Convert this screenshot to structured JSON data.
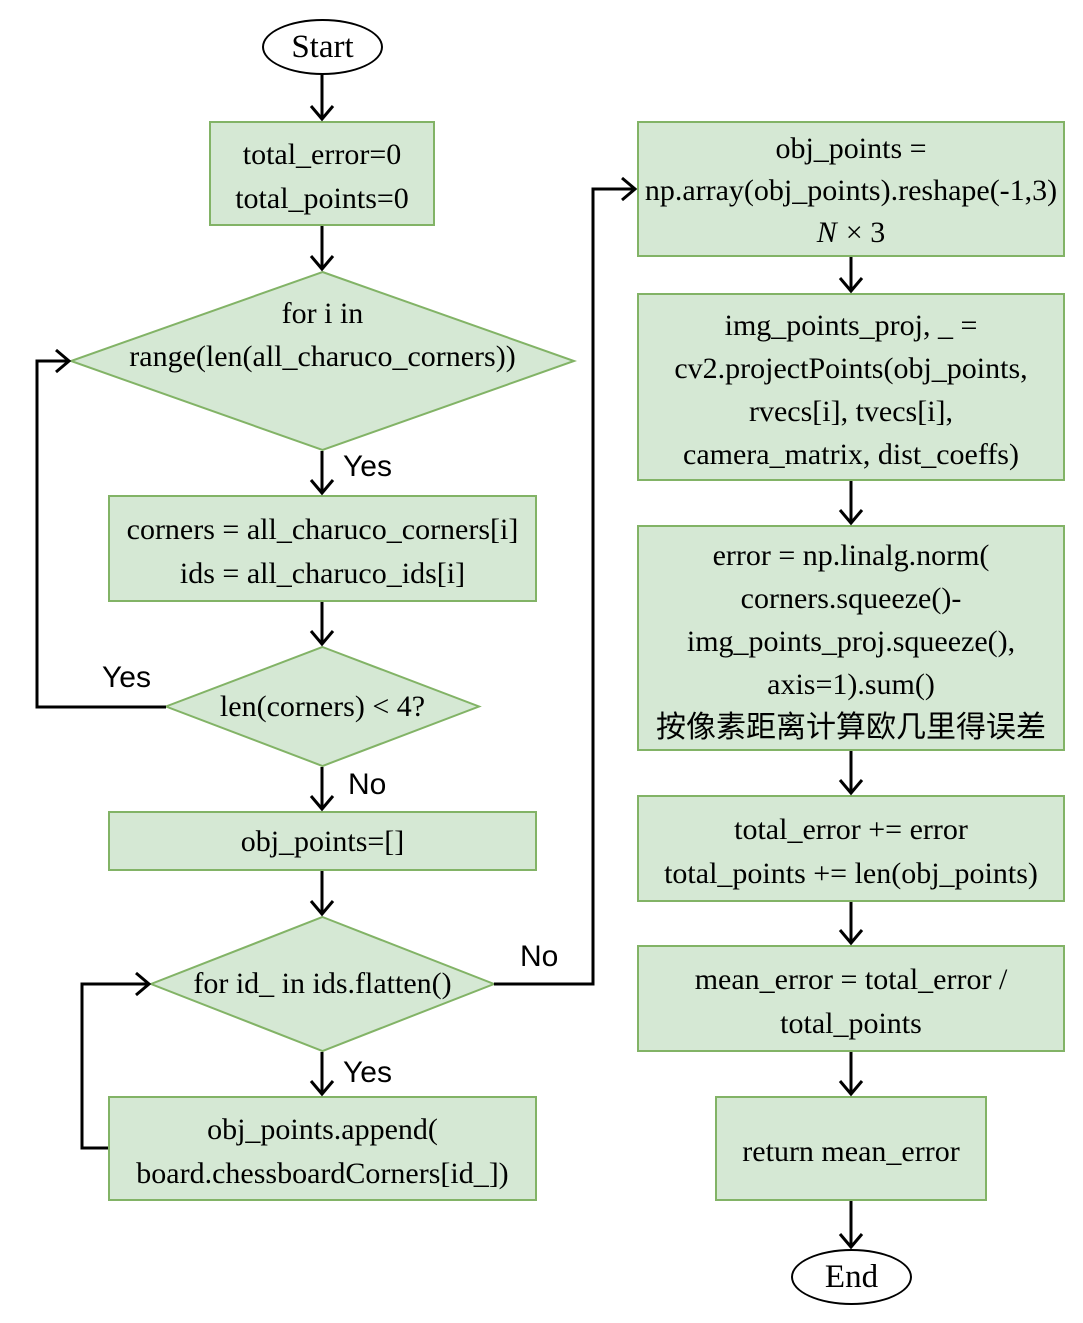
{
  "colors": {
    "process_fill": "#d5e8d4",
    "process_stroke": "#82b366",
    "terminal_fill": "#ffffff",
    "terminal_stroke": "#000000",
    "connector": "#000000",
    "text": "#000000"
  },
  "terminals": {
    "start": "Start",
    "end": "End"
  },
  "left_column": {
    "init": {
      "lines": [
        "total_error=0",
        "total_points=0"
      ]
    },
    "outer_loop": {
      "lines": [
        "for i in",
        "range(len(all_charuco_corners))"
      ]
    },
    "select_frame": {
      "lines": [
        "corners = all_charuco_corners[i]",
        "ids = all_charuco_ids[i]"
      ]
    },
    "check_count": {
      "lines": [
        "len(corners) < 4?"
      ]
    },
    "reset_points": {
      "lines": [
        "obj_points=[]"
      ]
    },
    "inner_loop": {
      "lines": [
        "for id_ in ids.flatten()"
      ]
    },
    "append_point": {
      "lines": [
        "obj_points.append(",
        "board.chessboardCorners[id_])"
      ]
    }
  },
  "right_column": {
    "reshape": {
      "lines": [
        "obj_points =",
        "np.array(obj_points).reshape(-1,3)"
      ],
      "shape": {
        "var": "N",
        "rest": "× 3"
      }
    },
    "project": {
      "lines": [
        "img_points_proj, _ =",
        "cv2.projectPoints(obj_points,",
        "rvecs[i], tvecs[i],",
        "camera_matrix, dist_coeffs)"
      ]
    },
    "error": {
      "lines": [
        "error = np.linalg.norm(",
        "corners.squeeze()-",
        "img_points_proj.squeeze(),",
        "axis=1).sum()",
        "按像素距离计算欧几里得误差"
      ]
    },
    "accumulate": {
      "lines": [
        "total_error += error",
        "total_points += len(obj_points)"
      ]
    },
    "mean": {
      "lines": [
        "mean_error = total_error /",
        "total_points"
      ]
    },
    "return": {
      "lines": [
        "return mean_error"
      ]
    }
  },
  "edge_labels": {
    "outer_loop_yes": "Yes",
    "check_count_yes": "Yes",
    "check_count_no": "No",
    "inner_loop_yes": "Yes",
    "inner_loop_no": "No"
  }
}
